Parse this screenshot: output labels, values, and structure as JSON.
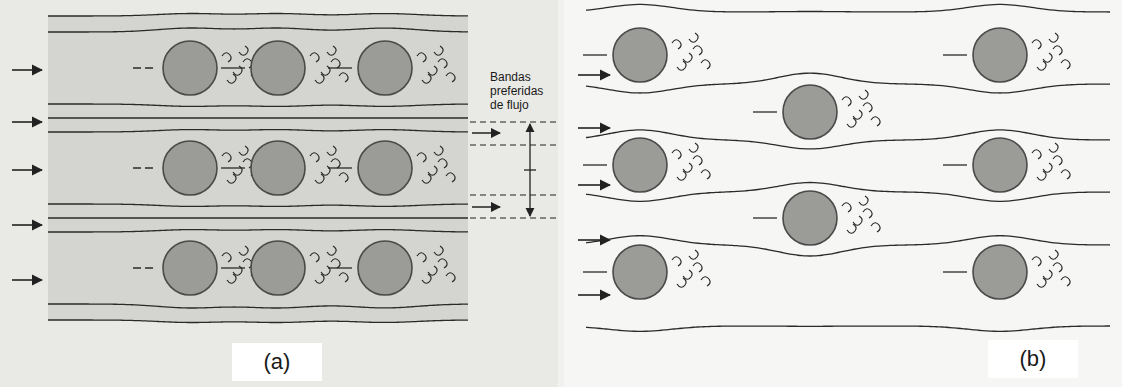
{
  "diagram": {
    "labels": [
      "Bandas preferidas de flujo",
      "(a)",
      "(b)"
    ]
  }
}
